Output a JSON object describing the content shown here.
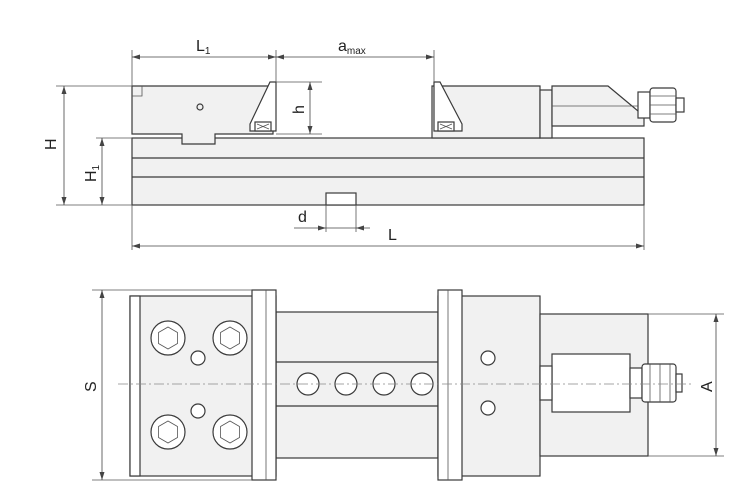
{
  "labels": {
    "L1": "L",
    "L1_sub": "1",
    "amax": "a",
    "amax_sub": "max",
    "h": "h",
    "H": "H",
    "H1": "H",
    "H1_sub": "1",
    "d": "d",
    "L": "L",
    "S": "S",
    "A": "A"
  }
}
